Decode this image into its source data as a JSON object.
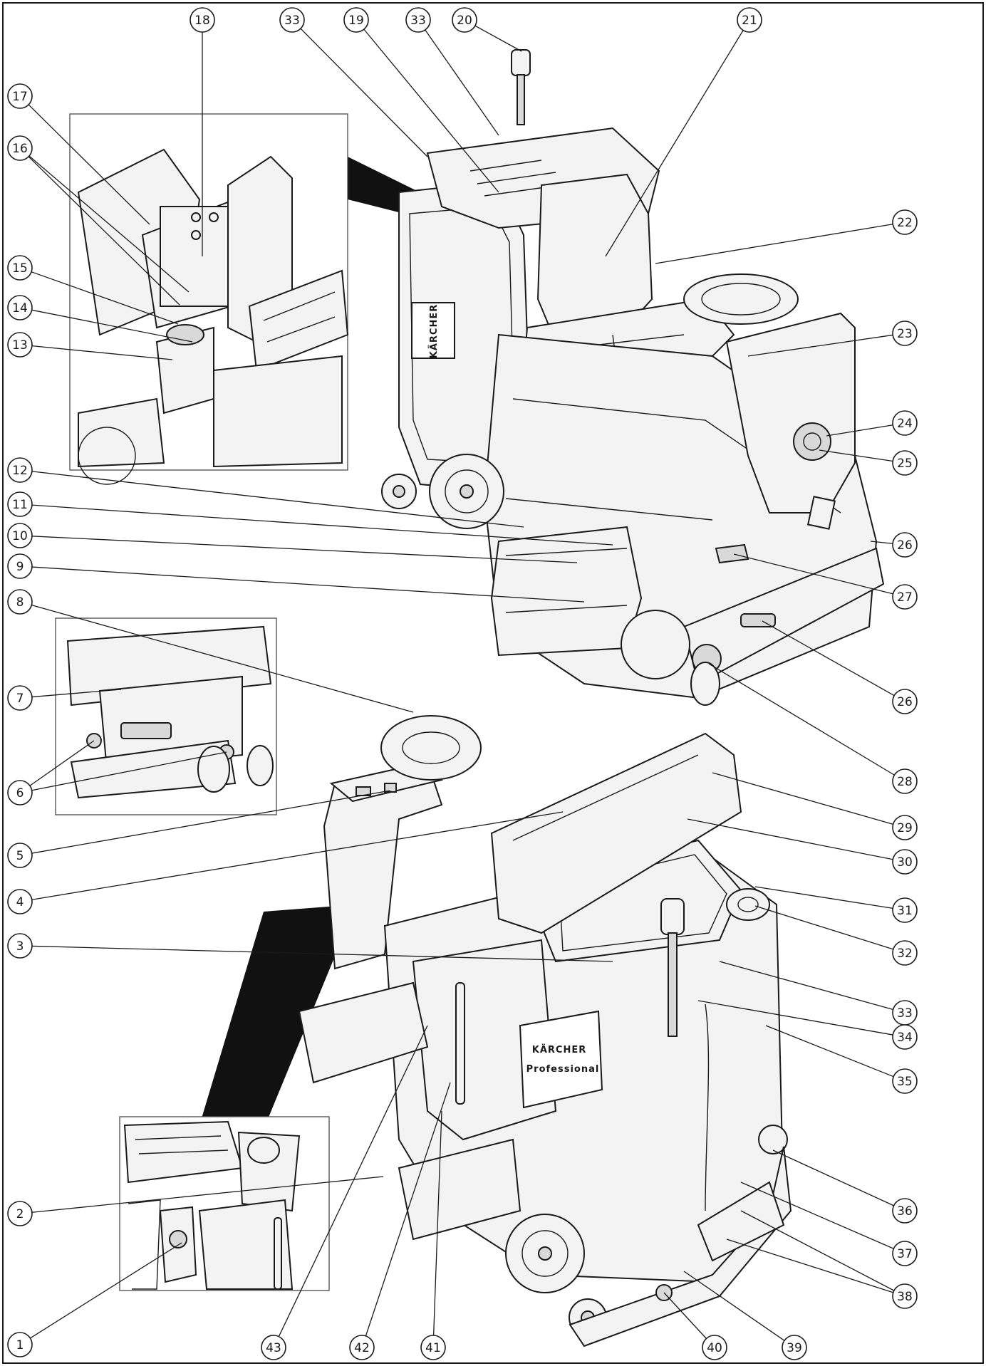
{
  "diagram": {
    "callouts": [
      {
        "id": "c1",
        "label": "1"
      },
      {
        "id": "c2",
        "label": "2"
      },
      {
        "id": "c3",
        "label": "3"
      },
      {
        "id": "c4",
        "label": "4"
      },
      {
        "id": "c5",
        "label": "5"
      },
      {
        "id": "c6",
        "label": "6"
      },
      {
        "id": "c7",
        "label": "7"
      },
      {
        "id": "c8",
        "label": "8"
      },
      {
        "id": "c9",
        "label": "9"
      },
      {
        "id": "c10",
        "label": "10"
      },
      {
        "id": "c11",
        "label": "11"
      },
      {
        "id": "c12",
        "label": "12"
      },
      {
        "id": "c13",
        "label": "13"
      },
      {
        "id": "c14",
        "label": "14"
      },
      {
        "id": "c15",
        "label": "15"
      },
      {
        "id": "c16",
        "label": "16"
      },
      {
        "id": "c17",
        "label": "17"
      },
      {
        "id": "c18",
        "label": "18"
      },
      {
        "id": "c19",
        "label": "19"
      },
      {
        "id": "c20",
        "label": "20"
      },
      {
        "id": "c21",
        "label": "21"
      },
      {
        "id": "c22",
        "label": "22"
      },
      {
        "id": "c23",
        "label": "23"
      },
      {
        "id": "c24",
        "label": "24"
      },
      {
        "id": "c25",
        "label": "25"
      },
      {
        "id": "c26a",
        "label": "26"
      },
      {
        "id": "c26b",
        "label": "26"
      },
      {
        "id": "c27",
        "label": "27"
      },
      {
        "id": "c28",
        "label": "28"
      },
      {
        "id": "c29",
        "label": "29"
      },
      {
        "id": "c30",
        "label": "30"
      },
      {
        "id": "c31",
        "label": "31"
      },
      {
        "id": "c32",
        "label": "32"
      },
      {
        "id": "c33a",
        "label": "33"
      },
      {
        "id": "c33b",
        "label": "33"
      },
      {
        "id": "c33c",
        "label": "33"
      },
      {
        "id": "c34",
        "label": "34"
      },
      {
        "id": "c35",
        "label": "35"
      },
      {
        "id": "c36",
        "label": "36"
      },
      {
        "id": "c37",
        "label": "37"
      },
      {
        "id": "c38",
        "label": "38"
      },
      {
        "id": "c39",
        "label": "39"
      },
      {
        "id": "c40",
        "label": "40"
      },
      {
        "id": "c41",
        "label": "41"
      },
      {
        "id": "c42",
        "label": "42"
      },
      {
        "id": "c43",
        "label": "43"
      }
    ],
    "logos": {
      "top_brand": "KÄRCHER",
      "bottom_brand": "KÄRCHER",
      "bottom_sub": "Professional"
    },
    "colors": {
      "ink": "#1a1a1a",
      "paper": "#ffffff"
    }
  }
}
